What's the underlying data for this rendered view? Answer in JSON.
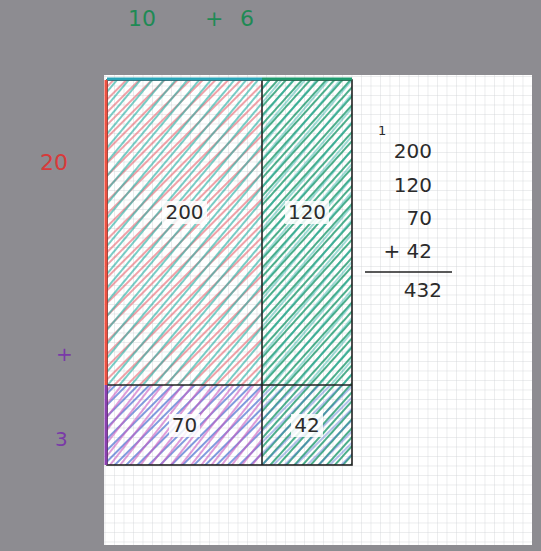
{
  "diagram": {
    "nodes": [
      {
        "text": [
          "200"
        ]
      },
      {
        "text": [
          "120"
        ]
      },
      {
        "text": [
          "70"
        ]
      },
      {
        "text": [
          "42"
        ]
      }
    ],
    "labels": [
      "10",
      "+",
      "6",
      "20",
      "+",
      "3",
      "1",
      "200",
      "120",
      "70",
      "+ 42",
      "432"
    ]
  }
}
